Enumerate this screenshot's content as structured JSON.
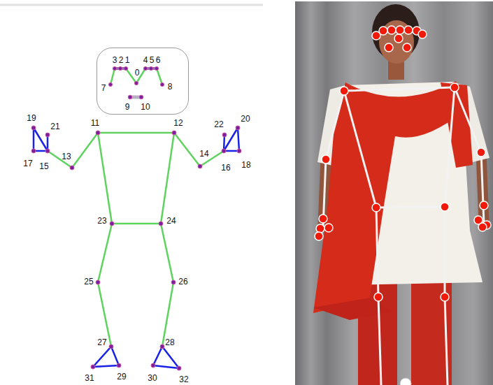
{
  "diagram": {
    "nodes": [
      {
        "text": [
          "3",
          "2",
          "1",
          "4",
          "5",
          "6",
          "0",
          "7",
          "8",
          "9",
          "10"
        ]
      }
    ],
    "labels": [
      "19",
      "21",
      "11",
      "12",
      "22",
      "20",
      "17",
      "15",
      "13",
      "14",
      "16",
      "18",
      "23",
      "24",
      "25",
      "26",
      "27",
      "28",
      "31",
      "29",
      "30",
      "32"
    ]
  }
}
